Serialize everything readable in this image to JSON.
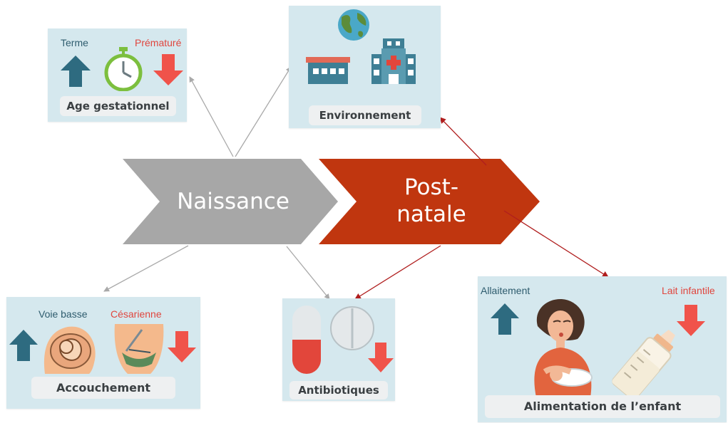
{
  "center": {
    "stage_1": "Naissance",
    "stage_2_line1": "Post-",
    "stage_2_line2": "natale"
  },
  "factors": {
    "age": {
      "title": "Age gestationnel",
      "up_label": "Terme",
      "down_label": "Prématuré",
      "icons": [
        "arrow-up-icon",
        "stopwatch-icon",
        "arrow-down-icon"
      ]
    },
    "environment": {
      "title": "Environnement",
      "icons": [
        "globe-icon",
        "house-icon",
        "hospital-icon"
      ]
    },
    "delivery": {
      "title": "Accouchement",
      "up_label": "Voie basse",
      "down_label": "Césarienne",
      "icons": [
        "arrow-up-icon",
        "pregnant-belly-icon",
        "cesarean-icon",
        "arrow-down-icon"
      ]
    },
    "antibiotics": {
      "title": "Antibiotiques",
      "icons": [
        "capsule-icon",
        "pill-tablet-icon",
        "arrow-down-icon"
      ]
    },
    "feeding": {
      "title": "Alimentation de l’enfant",
      "up_label": "Allaitement",
      "down_label": "Lait infantile",
      "icons": [
        "arrow-up-icon",
        "breastfeeding-mother-icon",
        "baby-bottle-icon",
        "arrow-down-icon"
      ]
    }
  },
  "colors": {
    "chevron_grey": "#a7a7a7",
    "chevron_red": "#c0360f",
    "card_bg": "#d5e8ee",
    "arrow_up": "#2e6b80",
    "arrow_down": "#f0534a",
    "connector_grey": "#a9a9a9",
    "connector_red": "#b01e1e"
  }
}
